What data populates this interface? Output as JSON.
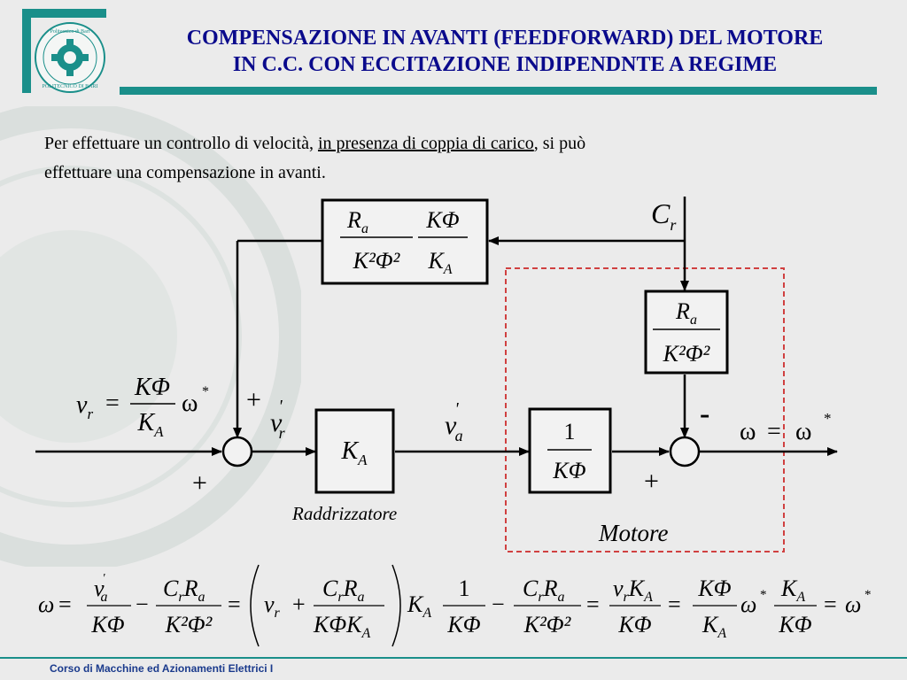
{
  "title": {
    "line1": "COMPENSAZIONE IN AVANTI (FEEDFORWARD) DEL MOTORE",
    "line2": "IN C.C. CON ECCITAZIONE INDIPENDNTE A REGIME"
  },
  "logo": {
    "icon": "gear-seal-icon",
    "top_text": "Politecnico di Bari",
    "bottom_text": "POLITECNICO DI BARI"
  },
  "body": {
    "part1": "Per effettuare un controllo di velocità, ",
    "underlined": "in presenza di coppia di carico",
    "part2": ", si può",
    "line2": "effettuare una compensazione in avanti."
  },
  "diagram": {
    "feedforward_block": {
      "num1": "R",
      "num1_sub": "a",
      "den1": "K²Φ²",
      "num2": "KΦ",
      "den2": "K",
      "den2_sub": "A"
    },
    "load_input": {
      "symbol": "C",
      "sub": "r"
    },
    "load_block": {
      "num": "R",
      "num_sub": "a",
      "den": "K²Φ²"
    },
    "vr_eq": {
      "lhs": "v",
      "lhs_sub": "r",
      "eq": "=",
      "num": "KΦ",
      "den": "K",
      "den_sub": "A",
      "omega": "ω",
      "star": "*"
    },
    "sum1_plus_top": "+",
    "sum1_plus_bottom": "+",
    "vr_prime": {
      "symbol": "v",
      "prime": "'",
      "sub": "r"
    },
    "ka_block": {
      "symbol": "K",
      "sub": "A"
    },
    "raddrizzatore_label": "Raddrizzatore",
    "va_prime": {
      "symbol": "v",
      "prime": "'",
      "sub": "a"
    },
    "inv_block": {
      "num": "1",
      "den": "KΦ"
    },
    "sum2_minus": "-",
    "sum2_plus": "+",
    "output": {
      "lhs": "ω",
      "eq": "=",
      "rhs": "ω",
      "star": "*"
    },
    "motore_label": "Motore"
  },
  "equation": {
    "omega": "ω",
    "eq": "=",
    "minus": "−",
    "plus": "+",
    "star": "*",
    "v": "v",
    "sub_a": "a",
    "sub_r": "r",
    "prime": "'",
    "KPhi": "KΦ",
    "K": "K",
    "sub_A": "A",
    "C": "C",
    "R": "R",
    "K2Phi2": "K²Φ²",
    "KPhiK": "KΦK",
    "one": "1"
  },
  "footer": "Corso di Macchine ed Azionamenti Elettrici I",
  "colors": {
    "title": "#0a0a8c",
    "accent": "#1a8f8a",
    "dashed_box": "#d04040",
    "footer": "#1a3a8c"
  }
}
